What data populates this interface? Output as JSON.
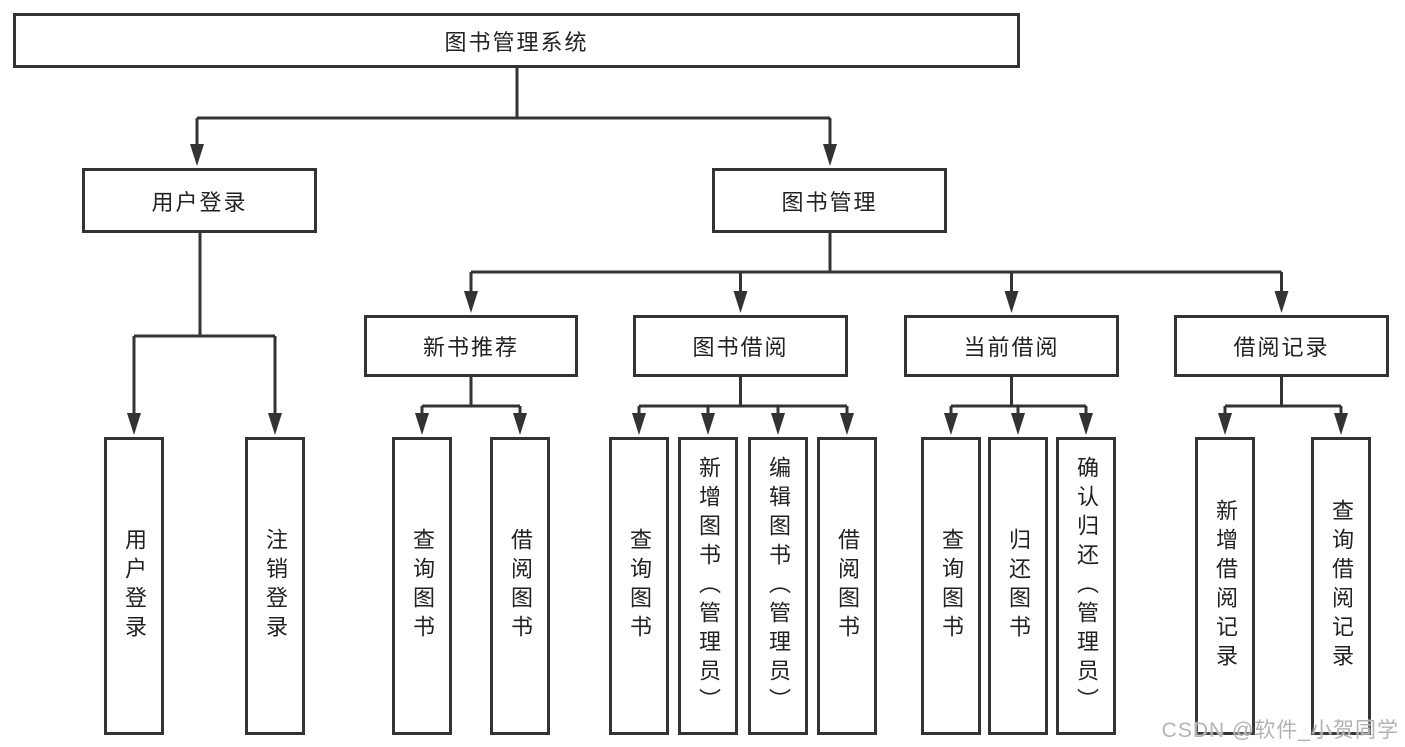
{
  "diagram": {
    "type": "tree",
    "background_color": "#ffffff",
    "line_color": "#333333",
    "box_border_color": "#333333",
    "text_color": "#222222"
  },
  "nodes": {
    "root": {
      "label": "图书管理系统"
    },
    "level2": [
      {
        "label": "用户登录"
      },
      {
        "label": "图书管理"
      }
    ],
    "level3": [
      {
        "label": "新书推荐",
        "parent": "图书管理"
      },
      {
        "label": "图书借阅",
        "parent": "图书管理"
      },
      {
        "label": "当前借阅",
        "parent": "图书管理"
      },
      {
        "label": "借阅记录",
        "parent": "图书管理"
      }
    ],
    "leaves": [
      {
        "label": "用户登录",
        "parent": "用户登录"
      },
      {
        "label": "注销登录",
        "parent": "用户登录"
      },
      {
        "label": "查询图书",
        "parent": "新书推荐"
      },
      {
        "label": "借阅图书",
        "parent": "新书推荐"
      },
      {
        "label": "查询图书",
        "parent": "图书借阅"
      },
      {
        "label": "新增图书（管理员）",
        "parent": "图书借阅"
      },
      {
        "label": "编辑图书（管理员）",
        "parent": "图书借阅"
      },
      {
        "label": "借阅图书",
        "parent": "图书借阅"
      },
      {
        "label": "查询图书",
        "parent": "当前借阅"
      },
      {
        "label": "归还图书",
        "parent": "当前借阅"
      },
      {
        "label": "确认归还（管理员）",
        "parent": "当前借阅"
      },
      {
        "label": "新增借阅记录",
        "parent": "借阅记录"
      },
      {
        "label": "查询借阅记录",
        "parent": "借阅记录"
      }
    ]
  },
  "watermark": {
    "text": "CSDN @软件_小贺同学",
    "color": "#b3b3b3"
  }
}
